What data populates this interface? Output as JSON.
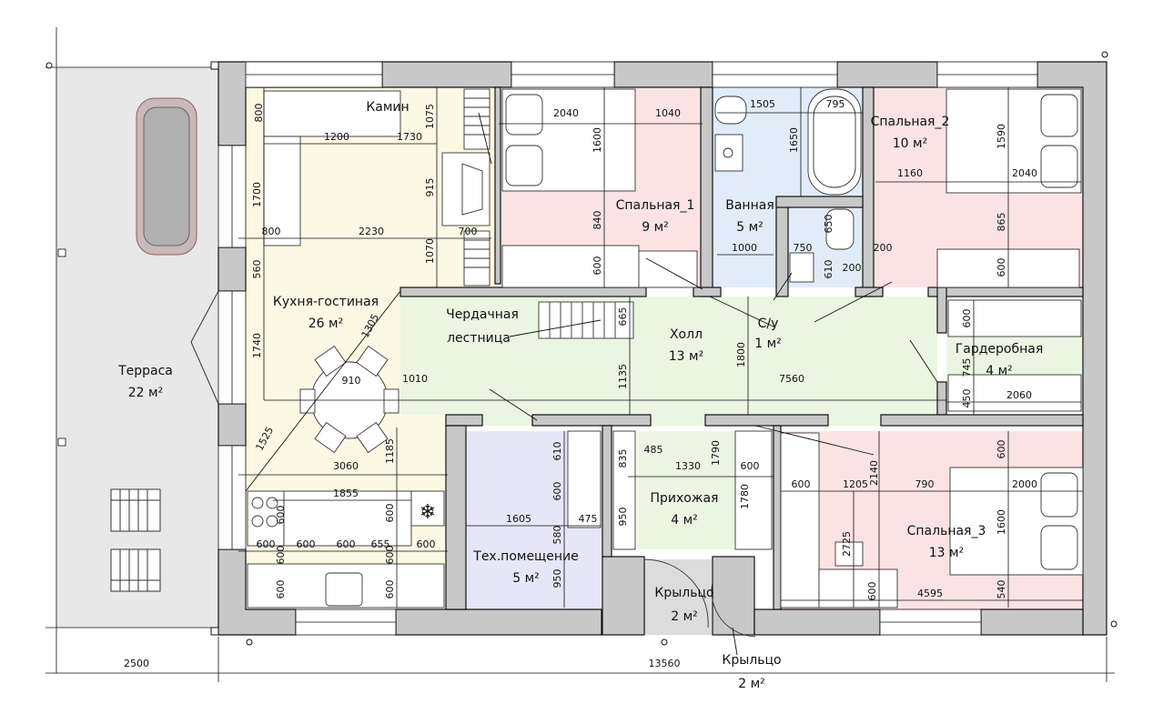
{
  "rooms": {
    "terrace": {
      "name": "Терраса",
      "area": "22 м²",
      "fill": "#e8e8e8"
    },
    "kitchen": {
      "name": "Кухня-гостиная",
      "area": "26 м²",
      "fill": "#fbf8e3"
    },
    "bed1": {
      "name": "Спальная_1",
      "area": "9 м²",
      "fill": "#fbe3e3"
    },
    "bath": {
      "name": "Ванная",
      "area": "5 м²",
      "fill": "#e1ecf8"
    },
    "bed2": {
      "name": "Спальная_2",
      "area": "10 м²",
      "fill": "#fbe3e3"
    },
    "wc": {
      "name": "С/у",
      "area": "1 м²",
      "fill": "#e1ecf8"
    },
    "hall": {
      "name": "Холл",
      "area": "13 м²",
      "fill": "#eaf6e2"
    },
    "wardrobe": {
      "name": "Гардеробная",
      "area": "4 м²",
      "fill": "#eaf6e2"
    },
    "tech": {
      "name": "Тех.помещение",
      "area": "5 м²",
      "fill": "#e6e6f8"
    },
    "entry": {
      "name": "Прихожая",
      "area": "4 м²",
      "fill": "#eaf6e2"
    },
    "bed3": {
      "name": "Спальная_3",
      "area": "13 м²",
      "fill": "#fbe3e3"
    },
    "porch_inner": {
      "name": "Крыльцо",
      "area": "2 м²",
      "fill": "#dcdcdc"
    },
    "porch_outer": {
      "name": "Крыльцо",
      "area": "2 м²"
    }
  },
  "labels": {
    "fireplace": "Камин",
    "attic_stairs_1": "Чердачная",
    "attic_stairs_2": "лестница"
  },
  "dimensions": {
    "terrace_width": "2500",
    "total_width": "13560",
    "k800": "800",
    "k1200": "1200",
    "k1730": "1730",
    "k1075": "1075",
    "k1700": "1700",
    "k915": "915",
    "k800b": "800",
    "k2230": "2230",
    "k700": "700",
    "k1070": "1070",
    "k560": "560",
    "k1305": "1305",
    "k1740": "1740",
    "k910": "910",
    "k1010": "1010",
    "k1525": "1525",
    "k1185": "1185",
    "k3060": "3060",
    "k1855": "1855",
    "k600a": "600",
    "k600b": "600",
    "k600c": "600",
    "k600d": "600",
    "k655": "655",
    "k600e": "600",
    "k600f": "600",
    "k600g": "600",
    "k600h": "600",
    "k600i": "600",
    "k600j": "600",
    "b1_2040": "2040",
    "b1_1040": "1040",
    "b1_1600": "1600",
    "b1_840": "840",
    "b1_600": "600",
    "ba_1505": "1505",
    "ba_795": "795",
    "ba_1650": "1650",
    "ba_1000": "1000",
    "wc_750": "750",
    "wc_650": "650",
    "wc_610": "610",
    "wc_200a": "200",
    "wc_200b": "200",
    "b2_1160": "1160",
    "b2_2040": "2040",
    "b2_1590": "1590",
    "b2_865": "865",
    "b2_600": "600",
    "h_665": "665",
    "h_1135": "1135",
    "h_1800": "1800",
    "h_7560": "7560",
    "w_600": "600",
    "w_745": "745",
    "w_450": "450",
    "w_2060": "2060",
    "t_610": "610",
    "t_600": "600",
    "t_580": "580",
    "t_1605": "1605",
    "t_475": "475",
    "t_950": "950",
    "e_835": "835",
    "e_485": "485",
    "e_1330": "1330",
    "e_950": "950",
    "e_1790": "1790",
    "e_600": "600",
    "e_1780": "1780",
    "b3_600": "600",
    "b3_1205": "1205",
    "b3_2140": "2140",
    "b3_790": "790",
    "b3_2000": "2000",
    "b3_600b": "600",
    "b3_1600": "1600",
    "b3_2725": "2725",
    "b3_540": "540",
    "b3_600c": "600",
    "b3_4595": "4595"
  }
}
